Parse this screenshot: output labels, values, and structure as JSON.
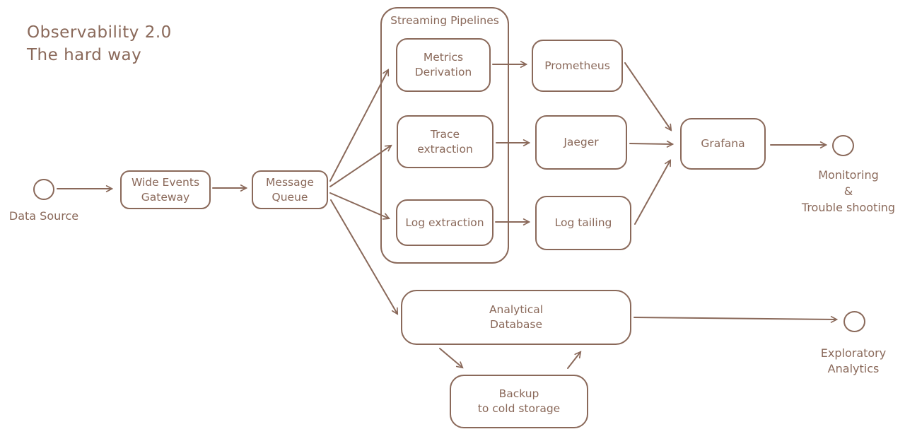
{
  "diagram": {
    "title": "Observability 2.0\nThe hard way",
    "ink_color": "#8a695a",
    "background_color": "#ffffff",
    "style": "hand-drawn flowchart",
    "nodes": {
      "data_source": {
        "label": "Data Source",
        "shape": "circle"
      },
      "wide_events_gateway": {
        "label": "Wide Events\nGateway",
        "shape": "rounded-box"
      },
      "message_queue": {
        "label": "Message\nQueue",
        "shape": "rounded-box"
      },
      "streaming_pipelines": {
        "label": "Streaming Pipelines",
        "shape": "group-container"
      },
      "metrics_derivation": {
        "label": "Metrics\nDerivation",
        "shape": "rounded-box",
        "group": "streaming_pipelines"
      },
      "trace_extraction": {
        "label": "Trace\nextraction",
        "shape": "rounded-box",
        "group": "streaming_pipelines"
      },
      "log_extraction": {
        "label": "Log extraction",
        "shape": "rounded-box",
        "group": "streaming_pipelines"
      },
      "prometheus": {
        "label": "Prometheus",
        "shape": "rounded-box"
      },
      "jaeger": {
        "label": "Jaeger",
        "shape": "rounded-box"
      },
      "log_tailing": {
        "label": "Log tailing",
        "shape": "rounded-box"
      },
      "grafana": {
        "label": "Grafana",
        "shape": "rounded-box"
      },
      "analytical_database": {
        "label": "Analytical\nDatabase",
        "shape": "rounded-box"
      },
      "backup_cold_storage": {
        "label": "Backup\nto cold storage",
        "shape": "rounded-box"
      },
      "monitoring_troubleshooting": {
        "label": "Monitoring\n&\nTrouble shooting",
        "shape": "circle"
      },
      "exploratory_analytics": {
        "label": "Exploratory\nAnalytics",
        "shape": "circle"
      }
    },
    "edges": [
      {
        "from": "data_source",
        "to": "wide_events_gateway"
      },
      {
        "from": "wide_events_gateway",
        "to": "message_queue"
      },
      {
        "from": "message_queue",
        "to": "metrics_derivation"
      },
      {
        "from": "message_queue",
        "to": "trace_extraction"
      },
      {
        "from": "message_queue",
        "to": "log_extraction"
      },
      {
        "from": "message_queue",
        "to": "analytical_database"
      },
      {
        "from": "metrics_derivation",
        "to": "prometheus"
      },
      {
        "from": "trace_extraction",
        "to": "jaeger"
      },
      {
        "from": "log_extraction",
        "to": "log_tailing"
      },
      {
        "from": "prometheus",
        "to": "grafana"
      },
      {
        "from": "jaeger",
        "to": "grafana"
      },
      {
        "from": "log_tailing",
        "to": "grafana"
      },
      {
        "from": "grafana",
        "to": "monitoring_troubleshooting"
      },
      {
        "from": "analytical_database",
        "to": "exploratory_analytics"
      },
      {
        "from": "analytical_database",
        "to": "backup_cold_storage"
      },
      {
        "from": "backup_cold_storage",
        "to": "analytical_database"
      }
    ]
  }
}
